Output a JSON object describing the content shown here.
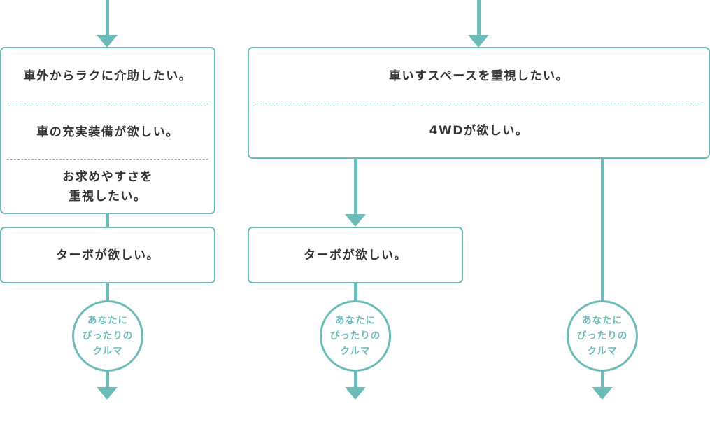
{
  "left_column": {
    "options": [
      "車外からラクに介助したい。",
      "車の充実装備が欲しい。",
      "お求めやすさを",
      "重視したい。"
    ],
    "turbo": "ターボが欲しい。",
    "result": [
      "あなたに",
      "ぴったりの",
      "クルマ"
    ]
  },
  "right_group": {
    "options": [
      "車いすスペースを重視したい。",
      "4WDが欲しい。"
    ],
    "turbo": "ターボが欲しい。",
    "result_middle": [
      "あなたに",
      "ぴったりの",
      "クルマ"
    ],
    "result_right": [
      "あなたに",
      "ぴったりの",
      "クルマ"
    ]
  },
  "colors": {
    "accent": "#6bbcb9",
    "text": "#333333"
  }
}
